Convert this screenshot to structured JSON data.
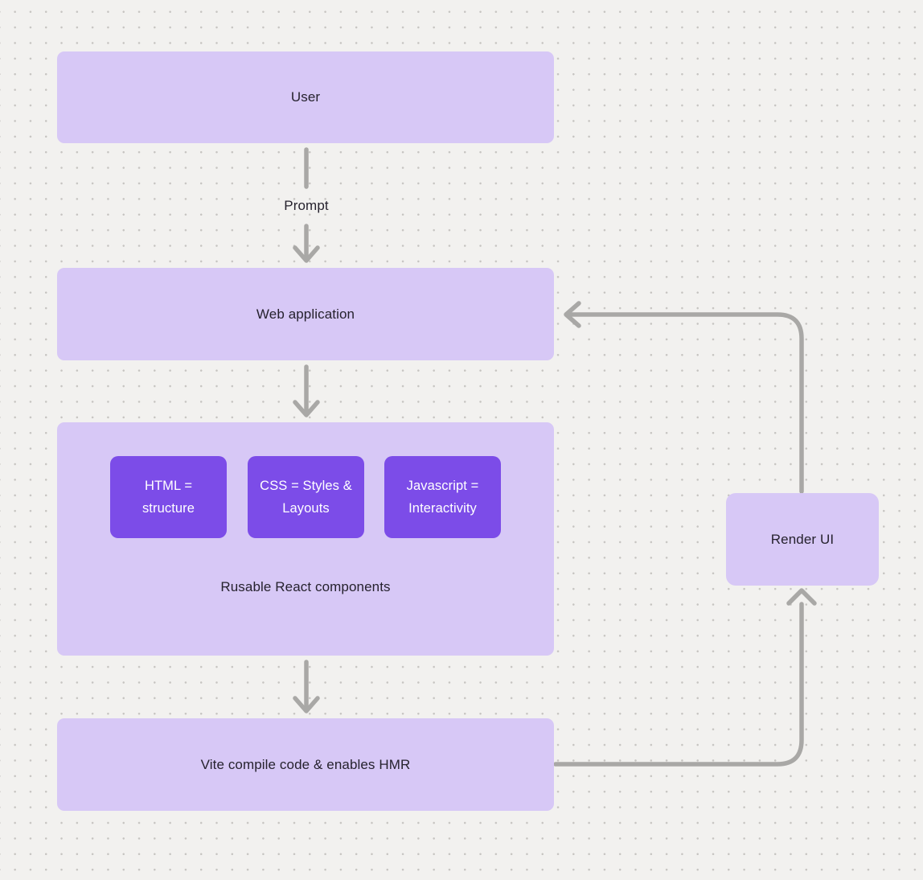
{
  "colors": {
    "background": "#f2f1ef",
    "dot": "#c6c4c1",
    "box_light": "#d7c8f6",
    "box_accent": "#7c4ce8",
    "arrow": "#a9a8a6",
    "text_dark": "#26222e",
    "text_light": "#ffffff"
  },
  "diagram": {
    "nodes": {
      "user": {
        "label": "User"
      },
      "web_application": {
        "label": "Web application"
      },
      "components_group": {
        "caption": "Rusable React components",
        "children": [
          {
            "label": "HTML = structure"
          },
          {
            "label": "CSS = Styles & Layouts"
          },
          {
            "label": "Javascript = Interactivity"
          }
        ]
      },
      "vite": {
        "label": "Vite compile code & enables HMR"
      },
      "render_ui": {
        "label": "Render UI"
      }
    },
    "edges": [
      {
        "from": "user",
        "to": "web_application",
        "label": "Prompt"
      },
      {
        "from": "web_application",
        "to": "components_group",
        "label": ""
      },
      {
        "from": "components_group",
        "to": "vite",
        "label": ""
      },
      {
        "from": "vite",
        "to": "render_ui",
        "label": ""
      },
      {
        "from": "render_ui",
        "to": "web_application",
        "label": ""
      }
    ]
  }
}
